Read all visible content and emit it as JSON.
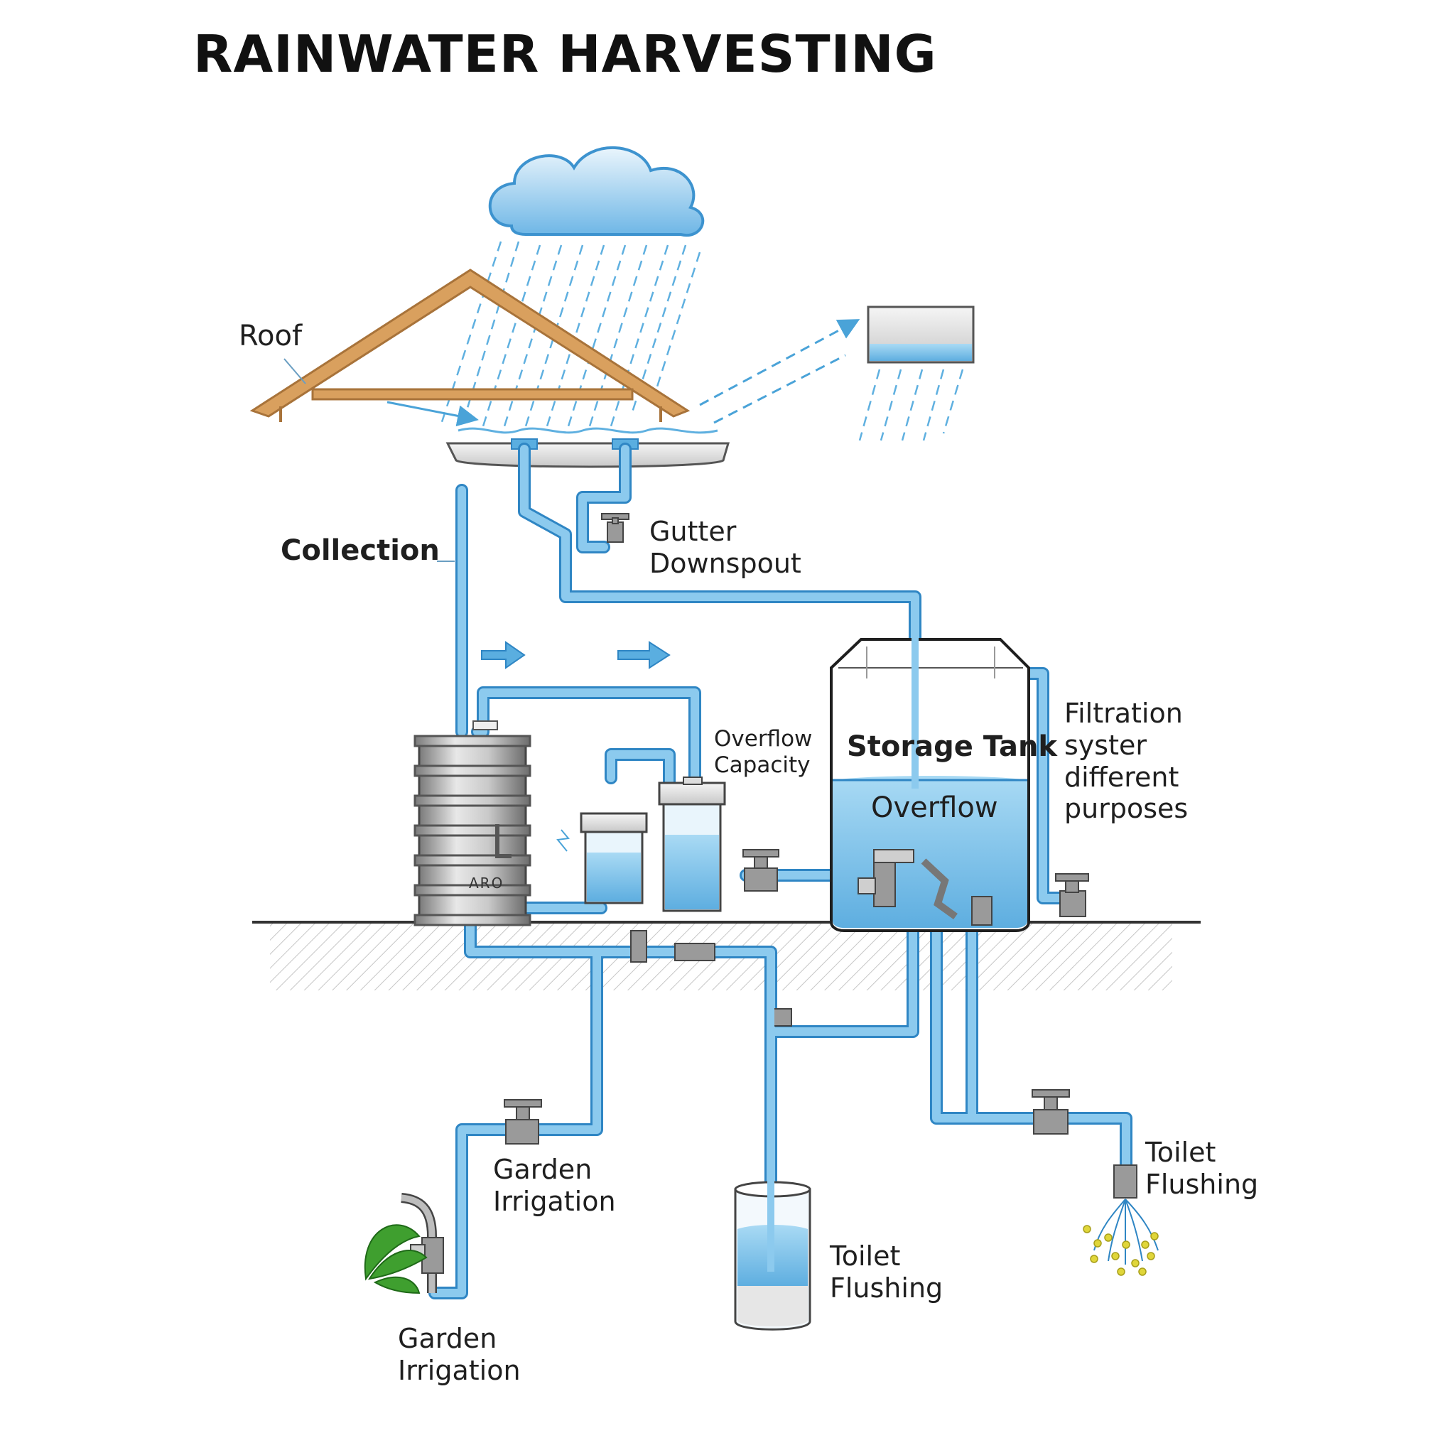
{
  "title": "RAINWATER HARVESTING",
  "labels": {
    "roof": "Roof",
    "collection": "Collection",
    "gutter_downspout": [
      "Gutter",
      "Downspout"
    ],
    "overflow_capacity": [
      "Overflow",
      "Capacity"
    ],
    "storage_tank": "Storage Tank",
    "overflow": "Overflow",
    "filtration": [
      "Filtration",
      "syster",
      "different",
      "purposes"
    ],
    "barrel_mark": "ARO",
    "garden_irrigation_tap": [
      "Garden",
      "Irrigation"
    ],
    "garden_irrigation_plant": [
      "Garden",
      "Irrigation"
    ],
    "toilet_flushing_container": [
      "Toilet",
      "Flushing"
    ],
    "toilet_flushing_shower": [
      "Toilet",
      "Flushing"
    ]
  },
  "colors": {
    "pipe": "#5aaee0",
    "pipe_edge": "#2f86c4",
    "water": "#7cc3ec",
    "roof_wood": "#d9a05e",
    "roof_edge": "#a8733a",
    "steel": "#9a9a9a",
    "leaf": "#3f9f2f",
    "droplet": "#e0d63a"
  }
}
